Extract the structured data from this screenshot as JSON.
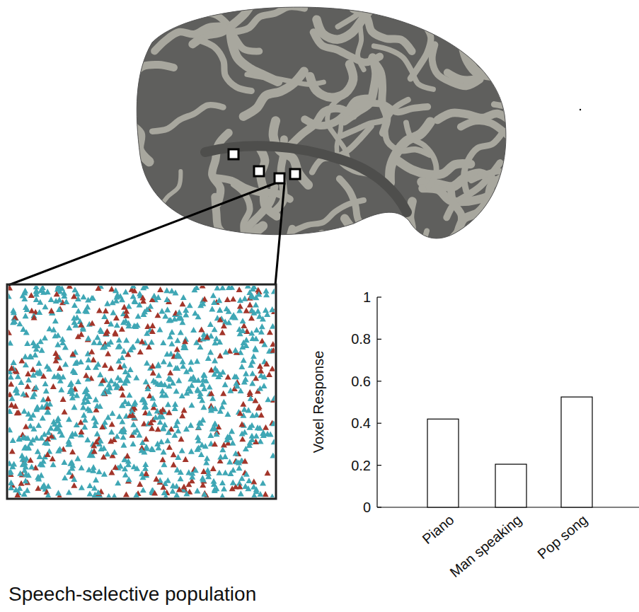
{
  "diagram": {
    "labels": [
      "1",
      "0.8",
      "0.6",
      "0.4",
      "0.2",
      "0",
      "Voxel Response",
      "Piano",
      "Man speaking",
      "Pop song",
      "Speech-selective population"
    ]
  }
}
